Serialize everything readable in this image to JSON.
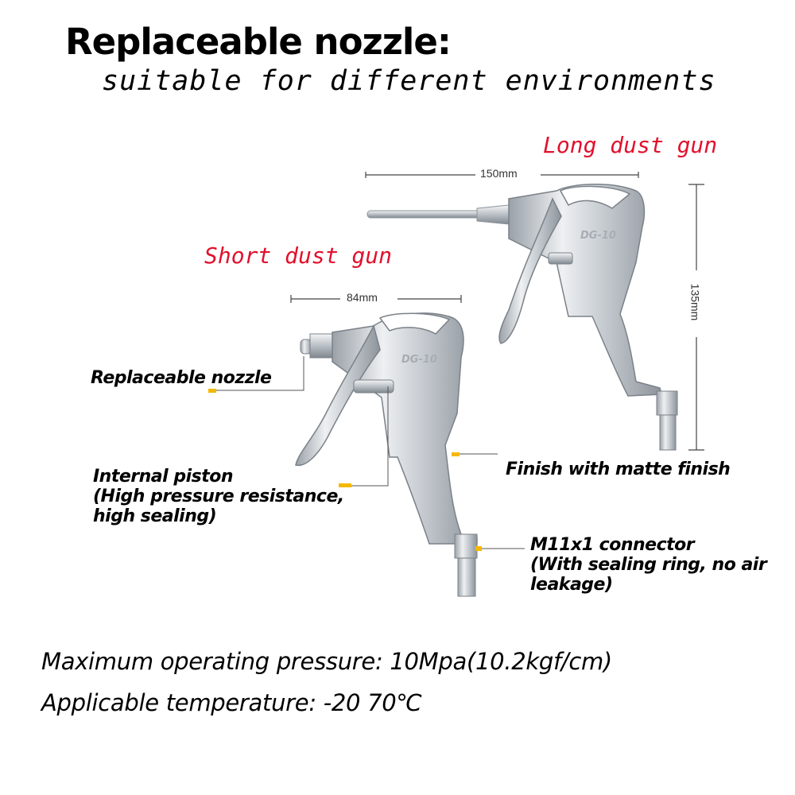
{
  "heading": {
    "title": "Replaceable nozzle:",
    "subtitle": "suitable for different environments"
  },
  "guns": {
    "long": {
      "label": "Long dust gun",
      "length": "150mm",
      "height": "135mm",
      "model": "DG-10"
    },
    "short": {
      "label": "Short dust gun",
      "length": "84mm",
      "model": "DG-10"
    }
  },
  "callouts": {
    "nozzle": "Replaceable nozzle",
    "piston": [
      "Internal piston",
      "(High pressure resistance,",
      "high sealing)"
    ],
    "finish": "Finish with matte finish",
    "connector": [
      "M11x1 connector",
      "(With sealing ring, no air",
      "leakage)"
    ]
  },
  "specs": {
    "pressure": "Maximum operating pressure: 10Mpa(10.2kgf/cm)",
    "temperature": "Applicable temperature: -20  70℃"
  },
  "colors": {
    "accent_red": "#e2102c",
    "marker_yellow": "#f5b800",
    "metal": "#d9dde1"
  }
}
